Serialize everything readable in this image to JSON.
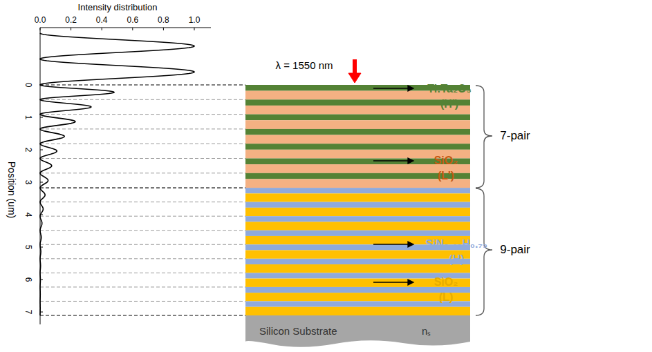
{
  "diagram": {
    "nodes": [
      {
        "text": [
          "Silicon Substrate",
          "nₛ"
        ]
      }
    ],
    "labels": [
      "Intensity distribution",
      "0.0",
      "0.2",
      "0.4",
      "0.6",
      "0.8",
      "1.0",
      "Position (um)",
      "0",
      "1",
      "2",
      "3",
      "4",
      "5",
      "6",
      "7",
      "λ = 1550 nm",
      "Ti:Ta₂O₅",
      "(H')",
      "SiO₂",
      "(L')",
      "7-pair",
      "SiN₀.₄₀H₀.₇₉",
      "(H)",
      "SiO₂",
      "(L)",
      "9-pair"
    ]
  }
}
